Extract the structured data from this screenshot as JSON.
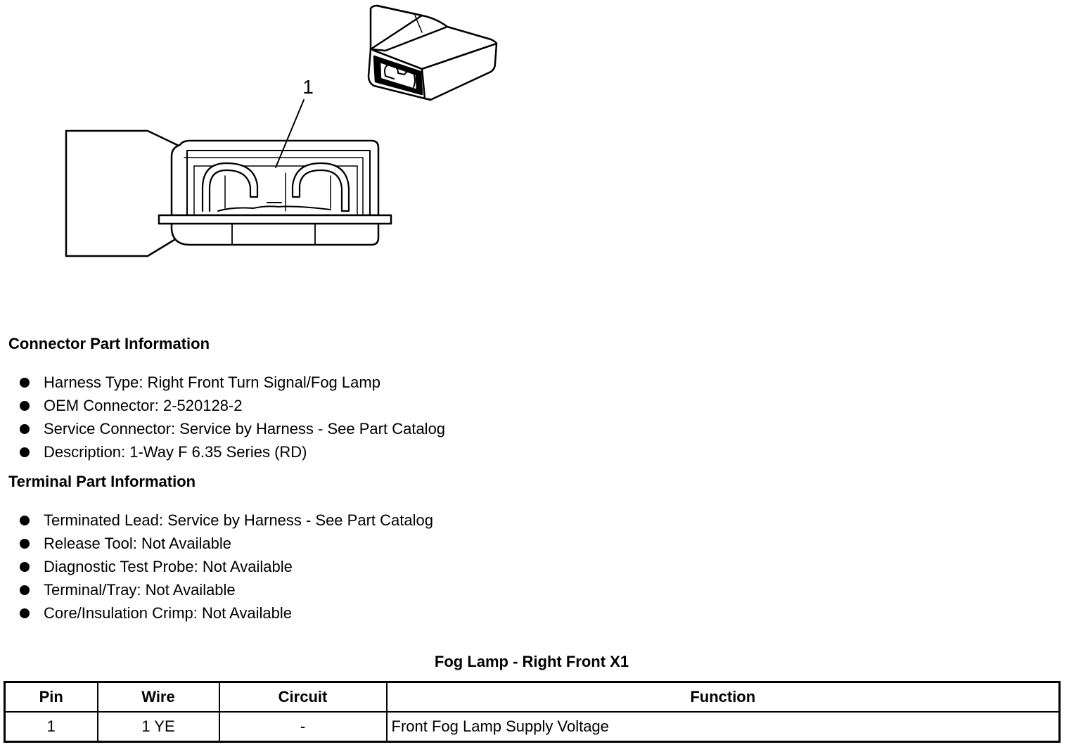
{
  "diagram": {
    "callout_label": "1"
  },
  "connector_info": {
    "heading": "Connector Part Information",
    "items": [
      "Harness Type: Right Front Turn Signal/Fog Lamp",
      "OEM Connector: 2-520128-2",
      "Service Connector: Service by Harness - See Part Catalog",
      "Description: 1-Way F 6.35 Series (RD)"
    ]
  },
  "terminal_info": {
    "heading": "Terminal Part Information",
    "items": [
      "Terminated Lead: Service by Harness - See Part Catalog",
      "Release Tool: Not Available",
      "Diagnostic Test Probe: Not Available",
      "Terminal/Tray: Not Available",
      "Core/Insulation Crimp: Not Available"
    ]
  },
  "table": {
    "title": "Fog Lamp - Right Front X1",
    "headers": {
      "pin": "Pin",
      "wire": "Wire",
      "circuit": "Circuit",
      "function": "Function"
    },
    "rows": [
      {
        "pin": "1",
        "wire": "1 YE",
        "circuit": "-",
        "function": "Front Fog Lamp Supply Voltage"
      }
    ]
  }
}
